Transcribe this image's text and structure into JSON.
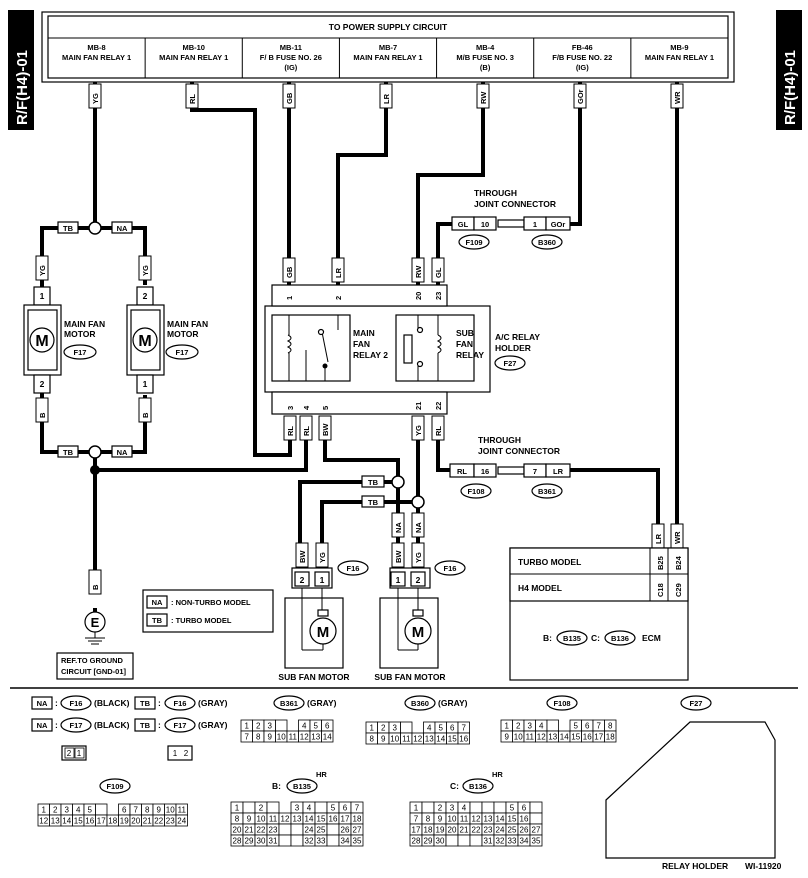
{
  "side_tag": "R/F(H4)-01",
  "power_header": {
    "title": "TO POWER SUPPLY CIRCUIT",
    "columns": [
      {
        "id": "MB-8",
        "desc": "MAIN FAN RELAY 1",
        "wire": "YG"
      },
      {
        "id": "MB-10",
        "desc": "MAIN FAN RELAY 1",
        "wire": "RL"
      },
      {
        "id": "MB-11",
        "desc": "F/ B FUSE NO. 26",
        "sub": "(IG)",
        "wire": "GB"
      },
      {
        "id": "MB-7",
        "desc": "MAIN FAN RELAY 1",
        "wire": "LR"
      },
      {
        "id": "MB-4",
        "desc": "M/B FUSE NO. 3",
        "sub": "(B)",
        "wire": "RW"
      },
      {
        "id": "FB-46",
        "desc": "F/B FUSE NO. 22",
        "sub": "(IG)",
        "wire": "GOr"
      },
      {
        "id": "MB-9",
        "desc": "MAIN FAN RELAY 1",
        "wire": "WR"
      }
    ]
  },
  "joint_connector_1": {
    "title1": "THROUGH",
    "title2": "JOINT CONNECTOR",
    "left_wire": "GL",
    "left_pin": "10",
    "right_pin": "1",
    "right_wire": "GOr",
    "left_conn": "F109",
    "right_conn": "B360"
  },
  "joint_connector_2": {
    "title1": "THROUGH",
    "title2": "JOINT CONNECTOR",
    "left_wire": "RL",
    "left_pin": "16",
    "right_pin": "7",
    "right_wire": "LR",
    "left_conn": "F108",
    "right_conn": "B361"
  },
  "relay_holder": {
    "main_relay_label": [
      "MAIN",
      "FAN",
      "RELAY 2"
    ],
    "sub_relay_label": [
      "SUB",
      "FAN",
      "RELAY"
    ],
    "holder_label": [
      "A/C RELAY",
      "HOLDER"
    ],
    "conn": "F27",
    "top_pins": [
      "1",
      "2",
      "20",
      "23"
    ],
    "top_wires": [
      "GB",
      "LR",
      "RW",
      "GL"
    ],
    "bottom_pins": [
      "3",
      "4",
      "5",
      "21",
      "22"
    ],
    "bottom_wires": [
      "RL",
      "RL",
      "BW",
      "YG",
      "RL"
    ]
  },
  "main_fan_left": {
    "label": [
      "MAIN FAN",
      "MOTOR"
    ],
    "conn": "F17",
    "pin_top": "1",
    "pin_bottom": "2",
    "wire_top": "YG",
    "wire_bottom": "B"
  },
  "main_fan_right": {
    "label": [
      "MAIN FAN",
      "MOTOR"
    ],
    "conn": "F17",
    "pin_top": "2",
    "pin_bottom": "1",
    "wire_top": "YG",
    "wire_bottom": "B"
  },
  "tb_na": {
    "tb": "TB",
    "na": "NA"
  },
  "sub_fan_left": {
    "label": "SUB FAN MOTOR",
    "conn": "F16",
    "pins": [
      "2",
      "1"
    ],
    "wires": [
      "BW",
      "YG"
    ]
  },
  "sub_fan_right": {
    "label": "SUB FAN MOTOR",
    "conn": "F16",
    "pins": [
      "1",
      "2"
    ],
    "wires": [
      "BW",
      "YG"
    ]
  },
  "ground": {
    "wire": "B",
    "symbol": "E",
    "note": [
      "REF.TO GROUND",
      "CIRCUIT [GND-01]"
    ]
  },
  "legend": {
    "na_text": ": NON-TURBO MODEL",
    "tb_text": ": TURBO MODEL"
  },
  "ecm": {
    "turbo": "TURBO MODEL",
    "h4": "H4 MODEL",
    "turbo_pins": [
      "B25",
      "B24"
    ],
    "h4_pins": [
      "C18",
      "C29"
    ],
    "wires": [
      "LR",
      "WR"
    ],
    "label": "ECM",
    "b_label": "B:",
    "b_conn": "B135",
    "c_label": "C:",
    "c_conn": "B136"
  },
  "connector_views": {
    "f16_black": "(BLACK)",
    "f16_gray": "(GRAY)",
    "b361": "B361",
    "b361_color": "(GRAY)",
    "b360": "B360",
    "b360_color": "(GRAY)",
    "f108": "F108",
    "f27": "F27",
    "f109": "F109",
    "b135": "B135",
    "b136": "B136",
    "hr": "HR",
    "relay_holder": "RELAY HOLDER",
    "code": "WI-11920"
  }
}
